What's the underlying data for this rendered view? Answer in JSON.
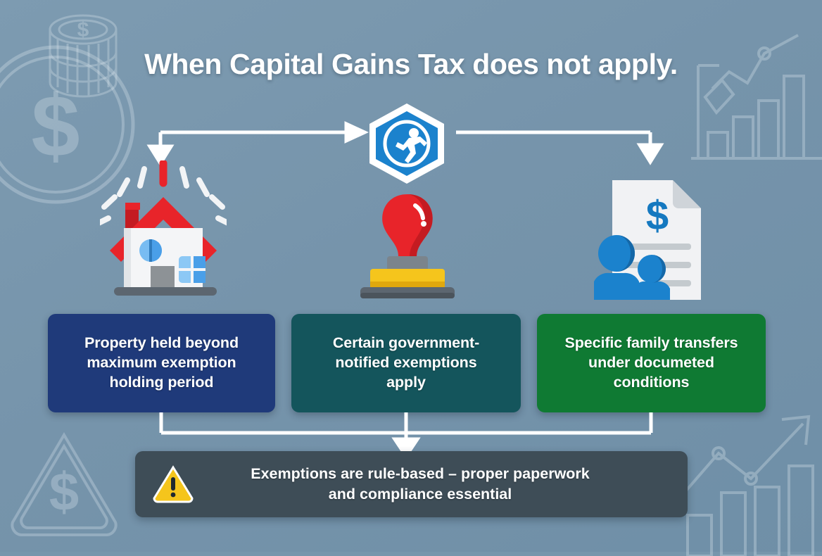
{
  "page": {
    "title": "When Capital Gains Tax does not apply.",
    "background_color": "#7796ac"
  },
  "center_badge": {
    "name": "exemption-hexagon-badge",
    "icon": "running-person-exit-icon",
    "fill_color": "#1b82cd",
    "border_color": "#ffffff"
  },
  "icons": [
    {
      "name": "house-with-rays-icon",
      "roof_color": "#e8242a",
      "body_color": "#f4f5f7",
      "window_color": "#4a9fe8",
      "door_color": "#8d9296"
    },
    {
      "name": "rubber-stamp-icon",
      "handle_color": "#e8242a",
      "pad_color": "#f5c51c",
      "base_color": "#5c6670"
    },
    {
      "name": "family-document-icon",
      "page_color": "#f1f2f4",
      "dollar_color": "#1579c0",
      "figure_color": "#1b82cd"
    }
  ],
  "cards": [
    {
      "id": "property-holding-period",
      "color": "#1f3a7a",
      "lines": [
        "Property held beyond",
        "maximum exemption",
        "holding period"
      ]
    },
    {
      "id": "government-notified-exemptions",
      "color": "#14555c",
      "lines": [
        "Certain government-",
        "notified exemptions",
        "apply"
      ]
    },
    {
      "id": "family-transfers",
      "color": "#0f7a33",
      "lines": [
        "Specific family transfers",
        "under documeted",
        "conditions"
      ]
    }
  ],
  "footer": {
    "icon": "warning-triangle-icon",
    "icon_color": "#f5c51c",
    "background_color": "#3e4d57",
    "lines": [
      "Exemptions are rule-based – proper paperwork",
      "and compliance essential"
    ]
  },
  "decorations": [
    {
      "name": "dollar-coin-large-decoration"
    },
    {
      "name": "coin-stack-decoration"
    },
    {
      "name": "bar-chart-pen-decoration"
    },
    {
      "name": "dollar-triangle-decoration"
    },
    {
      "name": "growth-bar-chart-arrow-decoration"
    }
  ]
}
